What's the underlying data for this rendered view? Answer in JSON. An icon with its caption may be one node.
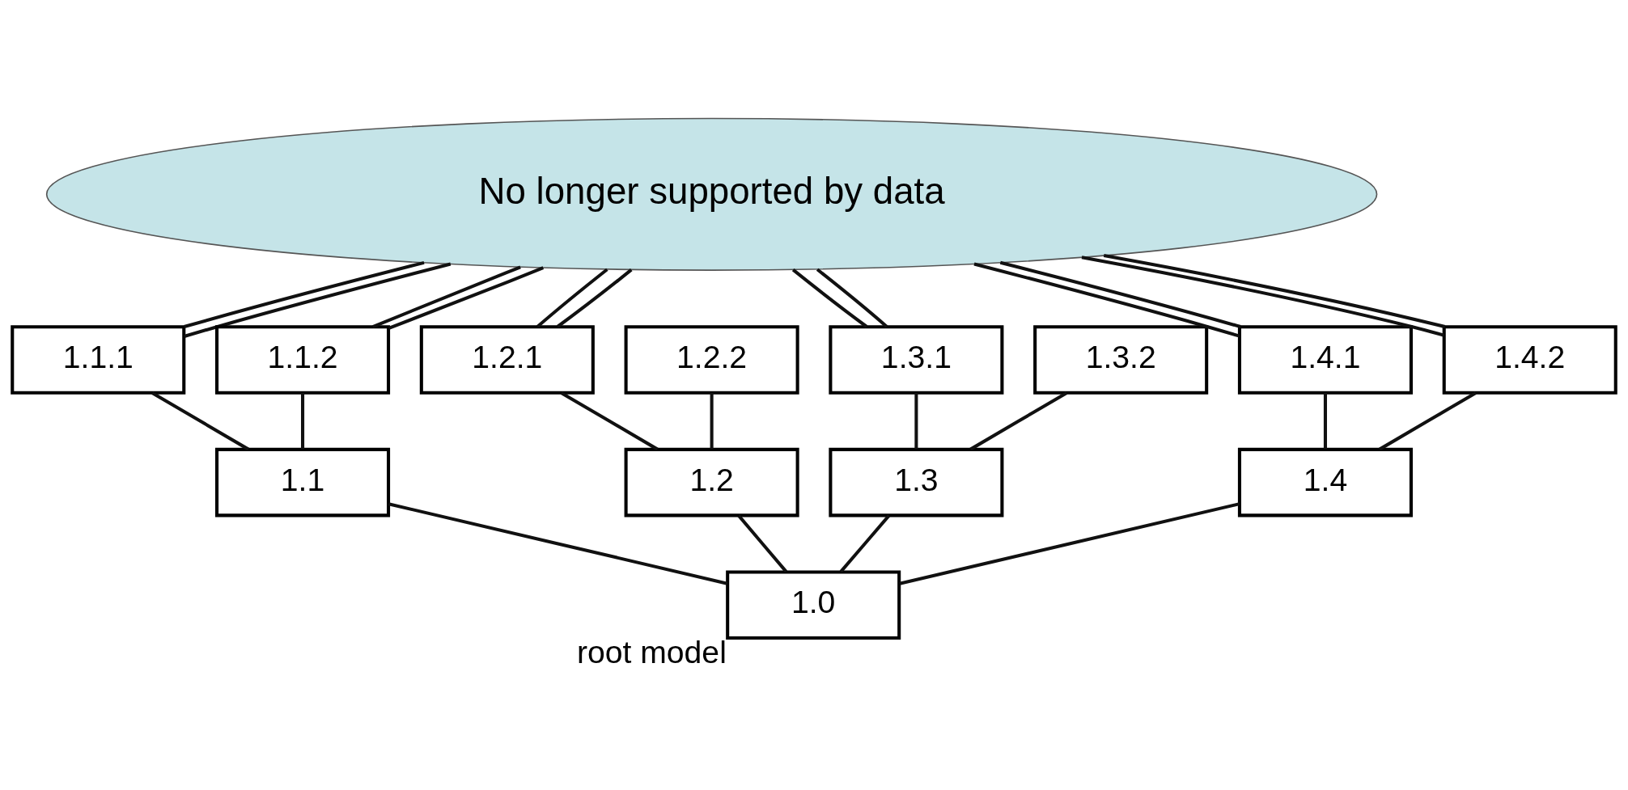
{
  "diagram": {
    "nodes": [
      {
        "text": [
          "No longer supported by data"
        ]
      },
      {
        "text": [
          "1.1.1"
        ]
      },
      {
        "text": [
          "1.1.2"
        ]
      },
      {
        "text": [
          "1.2.1"
        ]
      },
      {
        "text": [
          "1.2.2"
        ]
      },
      {
        "text": [
          "1.3.1"
        ]
      },
      {
        "text": [
          "1.3.2"
        ]
      },
      {
        "text": [
          "1.4.1"
        ]
      },
      {
        "text": [
          "1.4.2"
        ]
      },
      {
        "text": [
          "1.1"
        ]
      },
      {
        "text": [
          "1.2"
        ]
      },
      {
        "text": [
          "1.3"
        ]
      },
      {
        "text": [
          "1.4"
        ]
      },
      {
        "text": [
          "1.0"
        ],
        "beside": [
          "root model"
        ]
      }
    ],
    "edges": [
      {
        "from": 13,
        "to": 9,
        "arrow": "none"
      },
      {
        "from": 13,
        "to": 10,
        "arrow": "none"
      },
      {
        "from": 13,
        "to": 11,
        "arrow": "none"
      },
      {
        "from": 13,
        "to": 12,
        "arrow": "none"
      },
      {
        "from": 9,
        "to": 1,
        "arrow": "none"
      },
      {
        "from": 9,
        "to": 2,
        "arrow": "none"
      },
      {
        "from": 10,
        "to": 3,
        "arrow": "none"
      },
      {
        "from": 10,
        "to": 4,
        "arrow": "none"
      },
      {
        "from": 11,
        "to": 5,
        "arrow": "none"
      },
      {
        "from": 11,
        "to": 6,
        "arrow": "none"
      },
      {
        "from": 12,
        "to": 7,
        "arrow": "none"
      },
      {
        "from": 12,
        "to": 8,
        "arrow": "none"
      },
      {
        "from": 1,
        "to": 0,
        "arrow": "none"
      },
      {
        "from": 1,
        "to": 0,
        "arrow": "none"
      },
      {
        "from": 2,
        "to": 0,
        "arrow": "none"
      },
      {
        "from": 2,
        "to": 0,
        "arrow": "none"
      },
      {
        "from": 3,
        "to": 0,
        "arrow": "none"
      },
      {
        "from": 3,
        "to": 0,
        "arrow": "none"
      },
      {
        "from": 5,
        "to": 0,
        "arrow": "none"
      },
      {
        "from": 5,
        "to": 0,
        "arrow": "none"
      },
      {
        "from": 7,
        "to": 0,
        "arrow": "none"
      },
      {
        "from": 7,
        "to": 0,
        "arrow": "none"
      },
      {
        "from": 8,
        "to": 0,
        "arrow": "none"
      },
      {
        "from": 8,
        "to": 0,
        "arrow": "none"
      }
    ]
  }
}
